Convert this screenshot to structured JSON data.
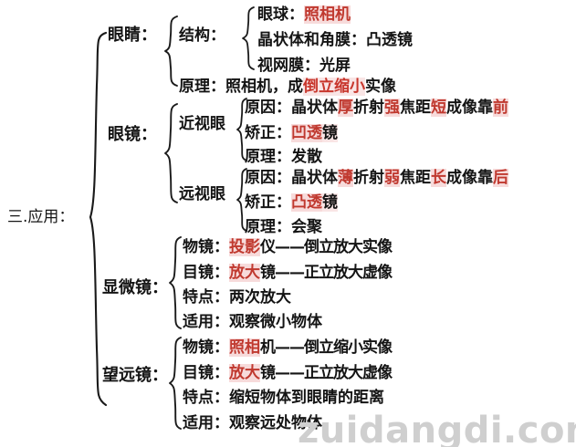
{
  "meta": {
    "title": "三.应用 — 光学应用知识结构图",
    "watermark": "zuidangdi.com",
    "colors": {
      "background": "#ffffff",
      "text": "#141414",
      "accent_red": "#c0392f",
      "highlight_bg": "#ecaaaa",
      "brace": "#1a1a1a",
      "watermark": "#cfcfcf"
    }
  },
  "root": {
    "label": "三.应用："
  },
  "branches": {
    "eye": {
      "label": "眼睛：",
      "structure": {
        "label": "结构：",
        "items": [
          {
            "key": "眼球：",
            "value_red": "照相机",
            "value_black": ""
          },
          {
            "key": "晶状体和角膜：",
            "value_red": "",
            "value_black": "凸透镜"
          },
          {
            "key": "视网膜：",
            "value_red": "",
            "value_black": "光屏"
          }
        ]
      },
      "principle": {
        "label": "原理：",
        "prefix": "照相机，成",
        "red": "倒立缩小",
        "suffix": "实像"
      }
    },
    "glasses": {
      "label": "眼镜：",
      "myopia": {
        "label": "近视眼",
        "rows": [
          {
            "key": "原因：",
            "parts": [
              {
                "t": "晶状体",
                "red": false
              },
              {
                "t": "厚",
                "red": true
              },
              {
                "t": "折射",
                "red": false
              },
              {
                "t": "强",
                "red": true
              },
              {
                "t": "焦距",
                "red": false
              },
              {
                "t": "短",
                "red": true
              },
              {
                "t": "成像靠",
                "red": false
              },
              {
                "t": "前",
                "red": true
              }
            ]
          },
          {
            "key": "矫正：",
            "parts": [
              {
                "t": "凹透",
                "red": true
              },
              {
                "t": "镜",
                "red": false
              }
            ]
          },
          {
            "key": "原理：",
            "parts": [
              {
                "t": "发散",
                "red": false
              }
            ]
          }
        ]
      },
      "hyperopia": {
        "label": "远视眼",
        "rows": [
          {
            "key": "原因：",
            "parts": [
              {
                "t": "晶状体",
                "red": false
              },
              {
                "t": "薄",
                "red": true
              },
              {
                "t": "折射",
                "red": false
              },
              {
                "t": "弱",
                "red": true
              },
              {
                "t": "焦距",
                "red": false
              },
              {
                "t": "长",
                "red": true
              },
              {
                "t": "成像靠",
                "red": false
              },
              {
                "t": "后",
                "red": true
              }
            ]
          },
          {
            "key": "矫正：",
            "parts": [
              {
                "t": "凸透",
                "red": true
              },
              {
                "t": "镜",
                "red": false
              }
            ]
          },
          {
            "key": "原理：",
            "parts": [
              {
                "t": "会聚",
                "red": false
              }
            ]
          }
        ]
      }
    },
    "microscope": {
      "label": "显微镜：",
      "rows": [
        {
          "key": "物镜：",
          "parts": [
            {
              "t": "投影",
              "red": true
            },
            {
              "t": "仪——倒立放大实像",
              "red": false
            }
          ]
        },
        {
          "key": "目镜：",
          "parts": [
            {
              "t": "放大",
              "red": true
            },
            {
              "t": "镜——正立放大虚像",
              "red": false
            }
          ]
        },
        {
          "key": "特点：",
          "parts": [
            {
              "t": "两次放大",
              "red": false
            }
          ]
        },
        {
          "key": "适用：",
          "parts": [
            {
              "t": "观察微小物体",
              "red": false
            }
          ]
        }
      ]
    },
    "telescope": {
      "label": "望远镜：",
      "rows": [
        {
          "key": "物镜：",
          "parts": [
            {
              "t": "照相",
              "red": true
            },
            {
              "t": "机——倒立缩小实像",
              "red": false
            }
          ]
        },
        {
          "key": "目镜：",
          "parts": [
            {
              "t": "放大",
              "red": true
            },
            {
              "t": "镜——正立放大虚像",
              "red": false
            }
          ]
        },
        {
          "key": "特点：",
          "parts": [
            {
              "t": "缩短物体到眼睛的距离",
              "red": false
            }
          ]
        },
        {
          "key": "适用：",
          "parts": [
            {
              "t": "观察远处物体",
              "red": false
            }
          ]
        }
      ]
    }
  }
}
